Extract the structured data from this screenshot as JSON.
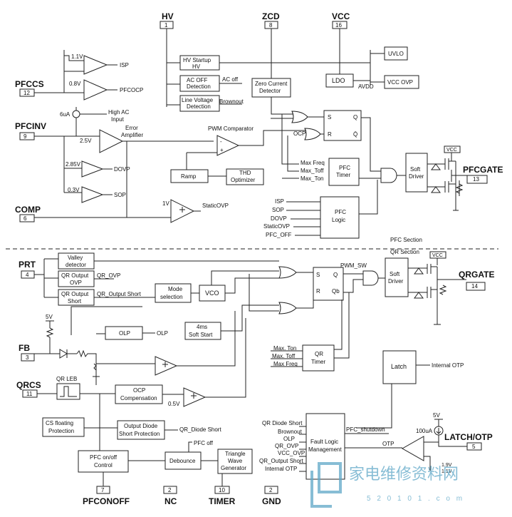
{
  "pins": {
    "hv": {
      "name": "HV",
      "num": "1"
    },
    "zcd": {
      "name": "ZCD",
      "num": "8"
    },
    "vcc": {
      "name": "VCC",
      "num": "16"
    },
    "pfccs": {
      "name": "PFCCS",
      "num": "12"
    },
    "pfcinv": {
      "name": "PFCINV",
      "num": "9"
    },
    "comp": {
      "name": "COMP",
      "num": "6"
    },
    "pfcgate": {
      "name": "PFCGATE",
      "num": "13"
    },
    "prt": {
      "name": "PRT",
      "num": "4"
    },
    "fb": {
      "name": "FB",
      "num": "3"
    },
    "qrcs": {
      "name": "QRCS",
      "num": "11"
    },
    "qrgate": {
      "name": "QRGATE",
      "num": "14"
    },
    "latchotp": {
      "name": "LATCH/OTP",
      "num": "5"
    },
    "pfconoff": {
      "name": "PFCONOFF",
      "num": "7"
    },
    "nc": {
      "name": "NC",
      "num": "2"
    },
    "timer": {
      "name": "TIMER",
      "num": "10"
    },
    "gnd": {
      "name": "GND",
      "num": "2"
    }
  },
  "blocks": {
    "hv_startup": [
      "HV Startup",
      "HV"
    ],
    "ac_off": [
      "AC OFF",
      "Detection"
    ],
    "line_voltage": [
      "Line Voltage",
      "Detection"
    ],
    "zero_current": [
      "Zero Current",
      "Detector"
    ],
    "ldo": "LDO",
    "uvlo": "UVLO",
    "vcc_ovp": "VCC OVP",
    "ramp": "Ramp",
    "thd": [
      "THD",
      "Optimizer"
    ],
    "pfc_timer": [
      "PFC",
      "Timer"
    ],
    "pfc_logic": [
      "PFC",
      "Logic"
    ],
    "soft_driver_pfc": [
      "Soft",
      "Driver"
    ],
    "valley": [
      "Valley",
      "detector"
    ],
    "qr_output_ovp": [
      "QR Output",
      "OVP"
    ],
    "qr_output_short": [
      "QR Output",
      "Short"
    ],
    "mode_selection": [
      "Mode",
      "selection"
    ],
    "vco": "VCO",
    "soft_start": [
      "4ms",
      "Soft Start"
    ],
    "olp": "OLP",
    "qr_timer": [
      "QR",
      "Timer"
    ],
    "soft_driver_qr": [
      "Soft",
      "Driver"
    ],
    "latch": "Latch",
    "ocp_comp": [
      "OCP",
      "Compensation"
    ],
    "cs_floating": [
      "CS floating",
      "Protection"
    ],
    "output_diode": [
      "Output Diode",
      "Short Protection"
    ],
    "pfc_onoff_ctrl": [
      "PFC on/off",
      "Control"
    ],
    "debounce": "Debounce",
    "triangle": [
      "Triangle",
      "Wave",
      "Generator"
    ],
    "fault_logic": [
      "Fault Logic",
      "Management"
    ]
  },
  "labels": {
    "v11": "1.1V",
    "v08": "0.8V",
    "v25": "2.5V",
    "v285": "2.85V",
    "v03": "0.3V",
    "v1": "1V",
    "v5a": "5V",
    "v5b": "5V",
    "v05": "0.5V",
    "v19": "1.9V",
    "v11b": "1.1V",
    "isp": "ISP",
    "pfcocp": "PFCOCP",
    "dovp": "DOVP",
    "sop": "SOP",
    "static_ovp": "StaticOVP",
    "error_amp": [
      "Error",
      "Amplifier"
    ],
    "ua6": "6uA",
    "high_ac": [
      "High AC",
      "Input"
    ],
    "ac_off_out": "AC off",
    "brownout_out": "Brownout",
    "avdd": "AVDD",
    "pwm_comp": "PWM Comparator",
    "ocp": "OCP",
    "max_freq": "Max Freq",
    "max_toff": "Max_Toff",
    "max_ton": "Max_Ton",
    "vcc_small": "VCC",
    "logic_in": [
      "ISP",
      "SOP",
      "DOVP",
      "StaticOVP",
      "PFC_OFF"
    ],
    "pfc_section": "PFC Section",
    "qr_section": "QR Section",
    "pwm_sw": "PWM_SW",
    "qr_ovp": "QR_OVP",
    "qr_output_short_sig": "QR_Output Short",
    "olp_out": "OLP",
    "qr_timer_in": [
      "Max. Ton",
      "Max. Toff",
      "Max Freq"
    ],
    "internal_otp": "Internal OTP",
    "qr_leb": "QR LEB",
    "qr_diode_short": "QR_Diode Short",
    "pfc_shutdown": "PFC_shutdown",
    "fault_in": [
      "QR Diode Short",
      "Brownout",
      "OLP",
      "QR_OVP",
      "VCC_OVP",
      "QR_Output Short",
      "Internal OTP"
    ],
    "otp": "OTP",
    "ua100": "100uA",
    "pfc_off": "PFC off",
    "sr_s": "S",
    "sr_r": "R",
    "sr_q": "Q",
    "sr_qb": "Q̄",
    "sr2_q": "Q",
    "sr2_qb": "Qb"
  },
  "watermark": {
    "cn": "家电维修资料网",
    "url": "5 2 0 1 0 1 . c o m"
  }
}
